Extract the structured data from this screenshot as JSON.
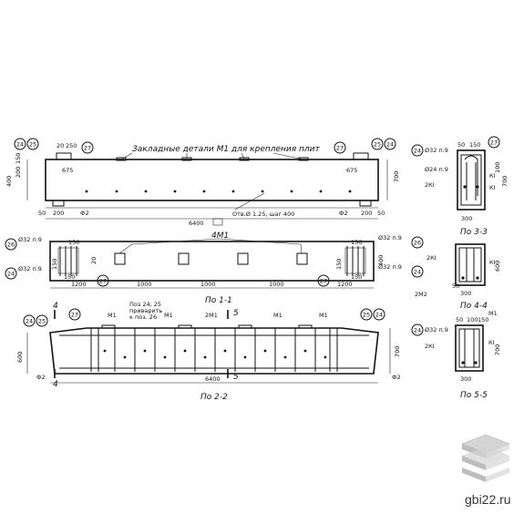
{
  "elevation": {
    "note": "Закладные детали М1 для крепления плит",
    "rebar_note": "Отв.Ø 1.25, шаг 400",
    "top_dims": [
      "20",
      "250"
    ],
    "side_dims": [
      "400",
      "200",
      "150"
    ],
    "bottom_dims": [
      "50",
      "200",
      "Ф2",
      "Ф2",
      "200",
      "50"
    ],
    "total_length": "6400",
    "height_box": "700",
    "callouts": [
      "24",
      "25",
      "27",
      "27",
      "25",
      "24"
    ],
    "mid_dims": [
      "675",
      "675",
      "200",
      "200"
    ]
  },
  "plan": {
    "label": "4М1",
    "title": "По 1-1",
    "left_labels": [
      "Ø32 п.9",
      "Ø32 п.9"
    ],
    "right_labels": [
      "Ø32 п.9",
      "Ø32 п.9"
    ],
    "callouts": [
      "26",
      "24",
      "27",
      "27",
      "26",
      "24"
    ],
    "bottom_dims": [
      "1200",
      "1000",
      "1000",
      "1000",
      "1200"
    ],
    "small_dims": [
      "150",
      "150",
      "150",
      "150",
      "150",
      "150",
      "20",
      "400"
    ]
  },
  "section22": {
    "title": "По 2-2",
    "callouts": [
      "24",
      "25",
      "27",
      "2М1",
      "25",
      "24"
    ],
    "labels": [
      "М1",
      "М1",
      "М1",
      "М1",
      "Поз 24, 25",
      "приварить",
      "к поз. 26"
    ],
    "total_length": "6400",
    "height": "700",
    "side_left": "600",
    "markers": [
      "4",
      "4",
      "5",
      "5"
    ],
    "base_labels": [
      "Ф2",
      "Ф2"
    ]
  },
  "section33": {
    "title": "По 3-3",
    "labels": [
      "Ø32 п.9",
      "Ø24 п.9",
      "2КI",
      "КI",
      "КI"
    ],
    "callouts": [
      "27",
      "24"
    ],
    "dims": [
      "50",
      "150",
      "100",
      "300",
      "700"
    ]
  },
  "section44": {
    "title": "По 4-4",
    "labels": [
      "2КI",
      "КI",
      "2М2"
    ],
    "dims": [
      "300",
      "600",
      "50"
    ]
  },
  "section55": {
    "title": "По 5-5",
    "labels": [
      "Ø32 п.9",
      "2КI",
      "КI",
      "М1"
    ],
    "callouts": [
      "24"
    ],
    "dims": [
      "50",
      "100",
      "150",
      "300",
      "700"
    ]
  },
  "watermark": {
    "text": "gbi22.ru"
  }
}
